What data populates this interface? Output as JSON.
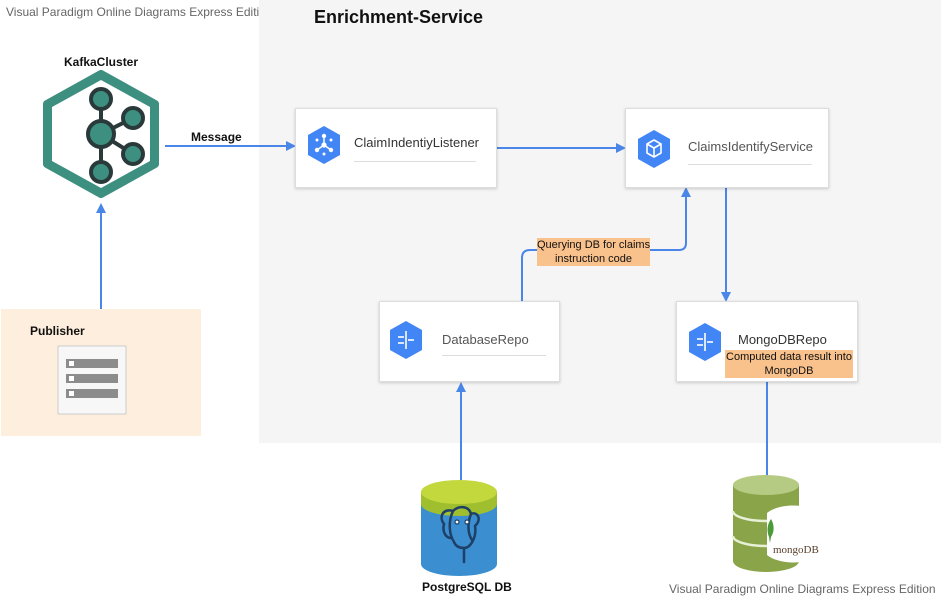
{
  "watermark": {
    "top": "Visual Paradigm Online Diagrams Express Edition",
    "bottom": "Visual Paradigm Online Diagrams Express Edition"
  },
  "service_region": {
    "title": "Enrichment-Service"
  },
  "kafka": {
    "label": "KafkaCluster"
  },
  "publisher": {
    "label": "Publisher"
  },
  "nodes": {
    "listener": {
      "label": "ClaimIndentiyListener"
    },
    "service": {
      "label": "ClaimsIdentifyService"
    },
    "db_repo": {
      "label": "DatabaseRepo"
    },
    "mongo_repo": {
      "label": "MongoDBRepo"
    }
  },
  "edges": {
    "message": "Message",
    "query_line1": "Querying DB for claims",
    "query_line2": "instruction code",
    "computed_line1": "Computed data result into",
    "computed_line2": "MongoDB"
  },
  "datastores": {
    "postgres": {
      "label": "PostgreSQL DB"
    },
    "mongo": {
      "logo_text": "mongoDB"
    }
  },
  "colors": {
    "arrow": "#4a86e8",
    "gcp_blue": "#4285f4",
    "kafka_teal": "#3d8f80",
    "edge_label_bg": "#f9c18c",
    "publisher_bg": "#fdeedd",
    "service_bg": "#f5f5f5",
    "pg_green": "#c3d83c",
    "pg_blue": "#3b8fd0",
    "mongo_green": "#8aa449"
  }
}
